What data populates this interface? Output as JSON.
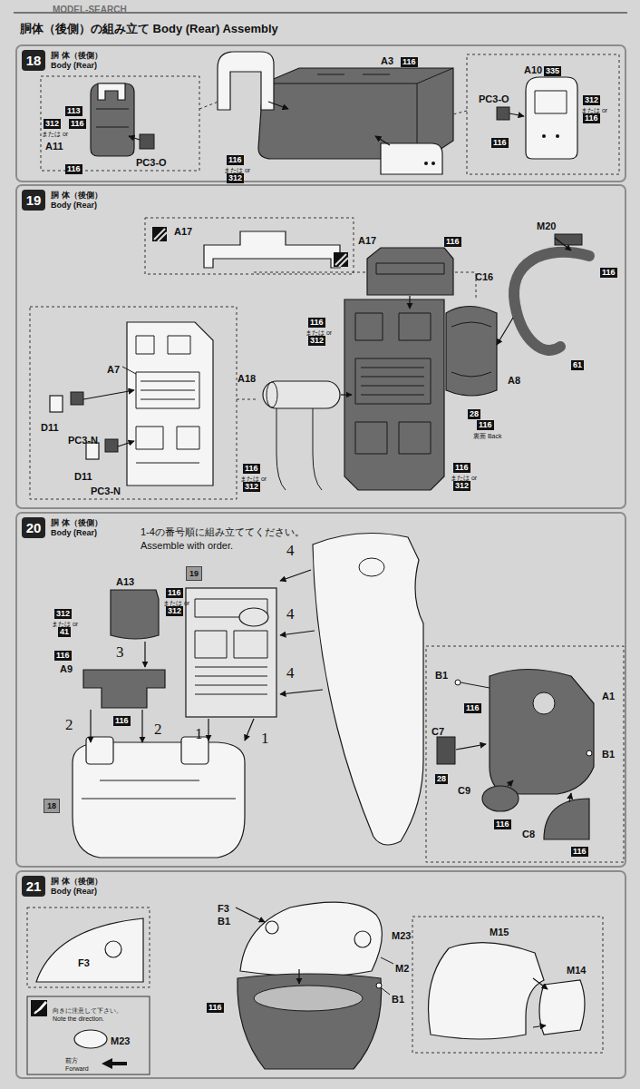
{
  "diagram": {
    "title": "胴体（後側）の組み立て Body (Rear) Assembly",
    "nodes": [
      {
        "text": [
          "18",
          "胴 体（後側）",
          "Body (Rear)"
        ]
      },
      {
        "text": [
          "19",
          "胴 体（後側）",
          "Body (Rear)"
        ]
      },
      {
        "text": [
          "20",
          "胴 体（後側）",
          "Body (Rear)"
        ]
      },
      {
        "text": [
          "21",
          "胴 体（後側）",
          "Body (Rear)"
        ]
      },
      {
        "text": [
          "19"
        ]
      },
      {
        "text": [
          "18"
        ]
      }
    ],
    "labels": [
      "MODEL-SEARCH",
      "113",
      "312",
      "または or",
      "116",
      "A11",
      "116",
      "PC3-O",
      "A3",
      "116",
      "116",
      "または or",
      "312",
      "A10",
      "335",
      "312",
      "または or",
      "116",
      "PC3-O",
      "116",
      "A17",
      "A7",
      "D11",
      "PC3-N",
      "D11",
      "PC3-N",
      "A17",
      "116",
      "116",
      "または or",
      "312",
      "M20",
      "116",
      "C16",
      "61",
      "A18",
      "116",
      "または or",
      "312",
      "28",
      "A8",
      "116",
      "裏面 Back",
      "116",
      "または or",
      "312",
      "1-4の番号順に組み立ててください。",
      "Assemble with order.",
      "A13",
      "116",
      "または or",
      "312",
      "312",
      "または or",
      "41",
      "116",
      "A9",
      "116",
      "4",
      "4",
      "4",
      "3",
      "2",
      "2",
      "1",
      "1",
      "B1",
      "A1",
      "116",
      "C7",
      "B1",
      "28",
      "C9",
      "116",
      "C8",
      "116",
      "F3",
      "F3",
      "B1",
      "M23",
      "M2",
      "B1",
      "116",
      "M15",
      "M14",
      "向きに注意して下さい。",
      "Note the direction.",
      "M23",
      "前方",
      "Forward"
    ]
  }
}
